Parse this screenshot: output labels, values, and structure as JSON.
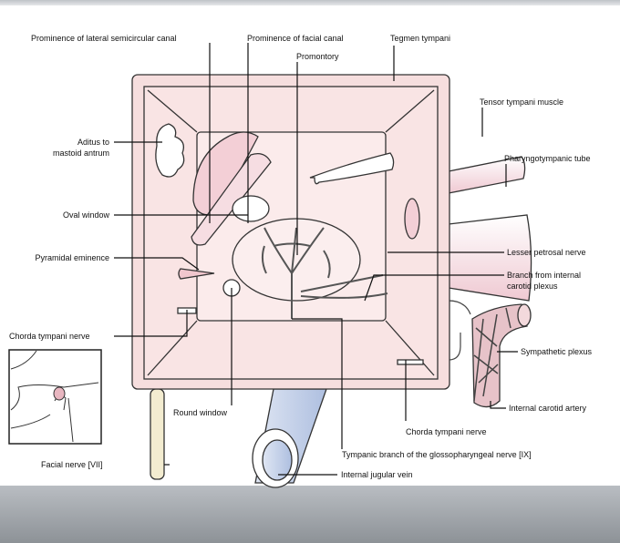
{
  "labels": {
    "lateral_canal": "Prominence of lateral semicircular canal",
    "facial_canal": "Prominence of facial canal",
    "tegmen": "Tegmen tympani",
    "promontory": "Promontory",
    "tensor": "Tensor tympani muscle",
    "pharyngotympanic": "Pharyngotympanic tube",
    "aditus_1": "Aditus to",
    "aditus_2": "mastoid antrum",
    "oval_window": "Oval window",
    "pyramidal": "Pyramidal eminence",
    "lesser_petrosal": "Lesser petrosal nerve",
    "branch_1": "Branch from internal",
    "branch_2": "carotid plexus",
    "chorda_left": "Chorda tympani nerve",
    "sympathetic": "Sympathetic plexus",
    "round_window": "Round window",
    "internal_carotid": "Internal carotid artery",
    "chorda_right": "Chorda tympani nerve",
    "tympanic_branch": "Tympanic branch of the glossopharyngeal nerve [IX]",
    "facial_nerve": "Facial nerve [VII]",
    "jugular": "Internal jugular vein"
  },
  "colors": {
    "wall": "#f6dede",
    "back_wall": "#fbe9e9",
    "vein": "#c9d4ea",
    "nerve": "#f3ecd0"
  }
}
